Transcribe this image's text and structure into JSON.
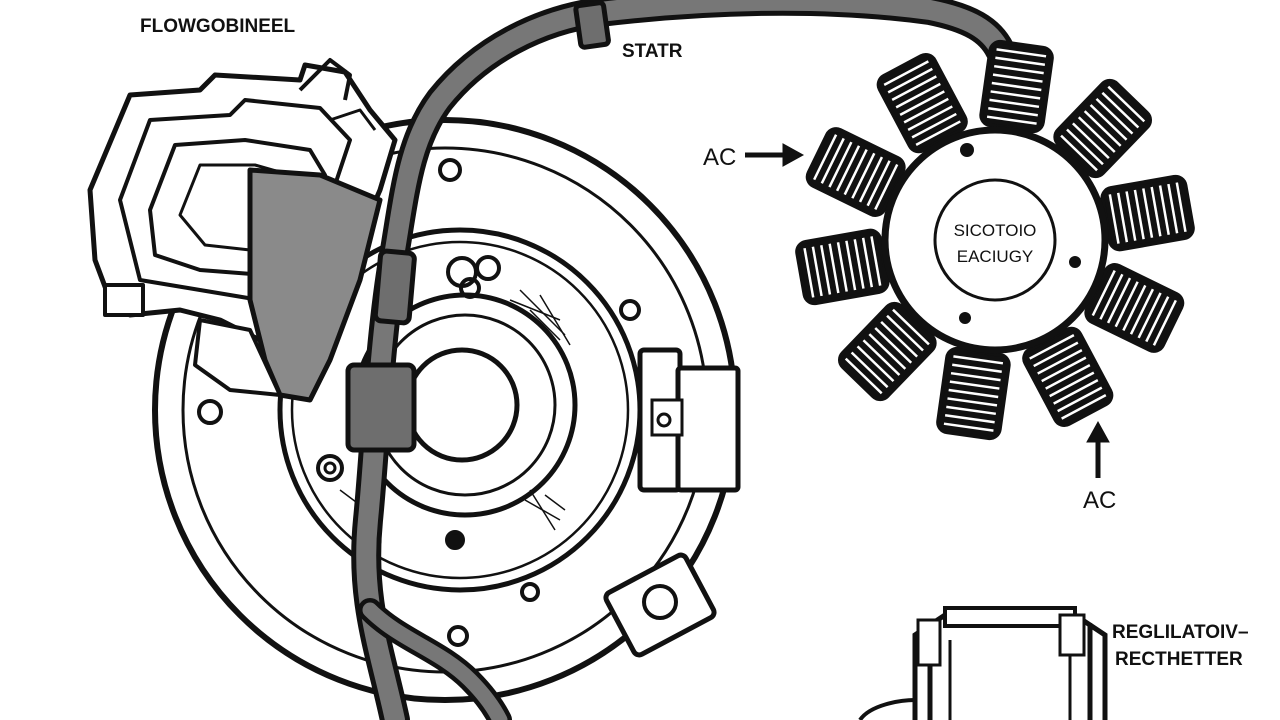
{
  "labels": {
    "flywheel": "FLOWGOBINEEL",
    "stator": "STATR",
    "ac_left": "AC",
    "ac_bottom": "AC",
    "stator_center_line1": "SICOTOIO",
    "stator_center_line2": "EACIUGY",
    "regulator_line1": "REGLILATOIV–",
    "regulator_line2": "RECTHETTER"
  },
  "colors": {
    "ink": "#111111",
    "wire": "#555555",
    "connector": "#777777",
    "paper": "#ffffff"
  },
  "stator_coil_count": 10
}
